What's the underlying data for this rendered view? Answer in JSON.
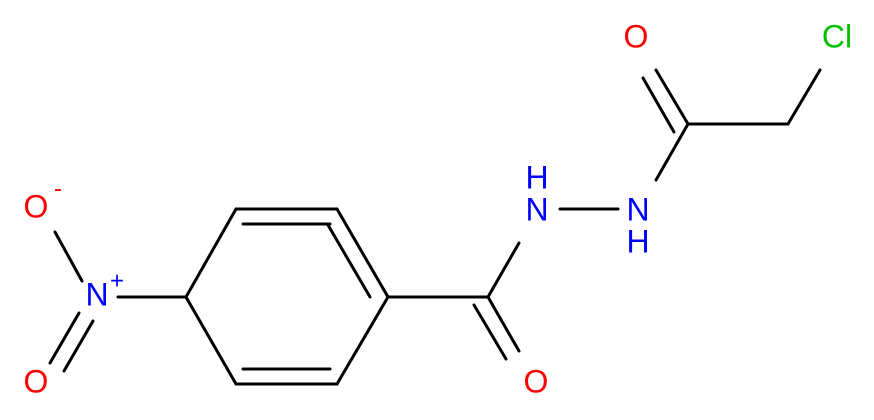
{
  "colors": {
    "oxygen": "#ff0000",
    "nitrogen": "#0000ff",
    "chlorine": "#00c000",
    "carbon": "#000000"
  },
  "atoms": {
    "nitro_o_minus": {
      "symbol": "O",
      "charge": "-"
    },
    "nitro_n_plus": {
      "symbol": "N",
      "charge": "+"
    },
    "nitro_o": {
      "symbol": "O"
    },
    "amide_o": {
      "symbol": "O"
    },
    "hydrazide_nh_left": {
      "symbol": "N",
      "h": "H"
    },
    "hydrazide_nh_right": {
      "symbol": "N",
      "h": "H"
    },
    "acyl_o": {
      "symbol": "O"
    },
    "chlorine": {
      "symbol": "Cl"
    }
  }
}
